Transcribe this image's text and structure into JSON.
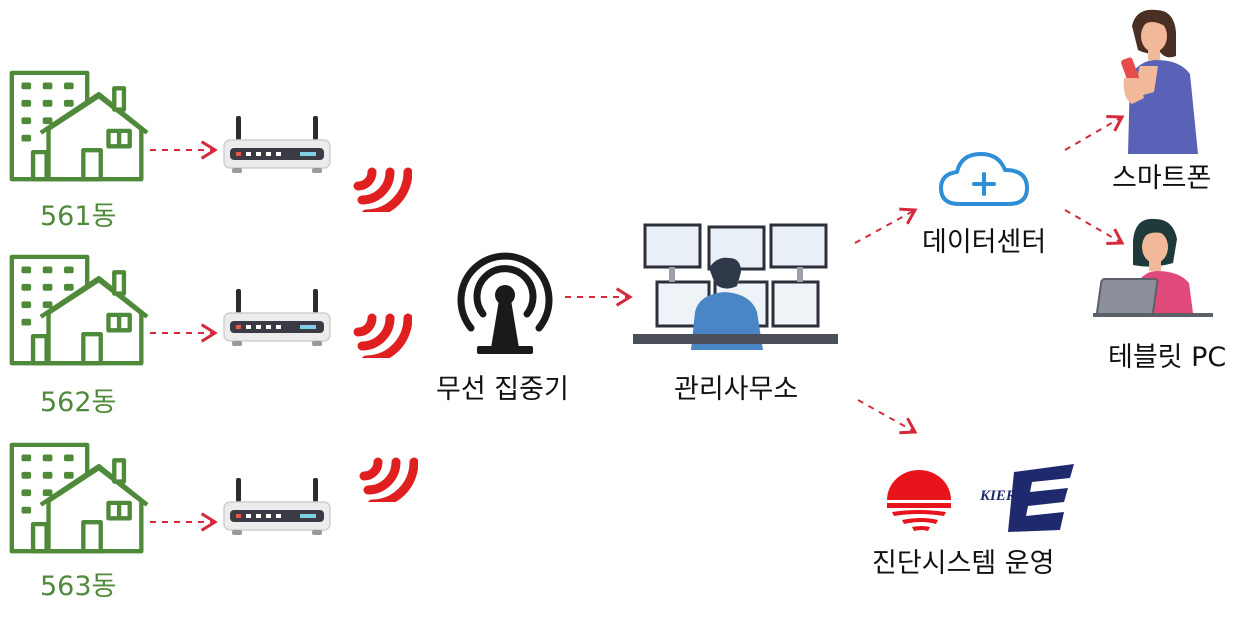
{
  "buildings": [
    {
      "label": "561동"
    },
    {
      "label": "562동"
    },
    {
      "label": "563동"
    }
  ],
  "concentrator": {
    "label": "무선 집중기"
  },
  "office": {
    "label": "관리사무소"
  },
  "datacenter": {
    "label": "데이터센터"
  },
  "smartphone": {
    "label": "스마트폰"
  },
  "tablet": {
    "label": "테블릿 PC"
  },
  "diagnosis": {
    "label": "진단시스템 운영",
    "kier_logo_text": "KIER"
  },
  "colors": {
    "building": "#4f8a3a",
    "arrow": "#d42a3c",
    "signal": "#e02020",
    "cloud": "#2e8fd6"
  }
}
